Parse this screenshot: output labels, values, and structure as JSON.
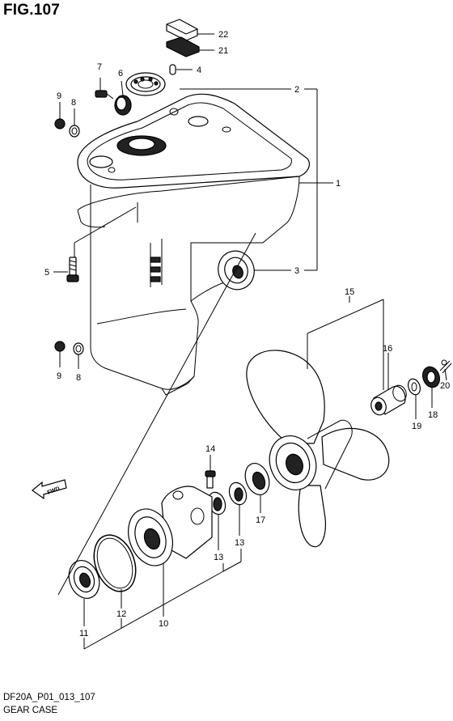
{
  "figure": {
    "title": "FIG.107",
    "code": "DF20A_P01_013_107",
    "name": "GEAR CASE",
    "direction_label": "FWD"
  },
  "callouts": {
    "p1": "1",
    "p2": "2",
    "p3": "3",
    "p4": "4",
    "p5": "5",
    "p6": "6",
    "p7": "7",
    "p8a": "8",
    "p8b": "8",
    "p9a": "9",
    "p9b": "9",
    "p10": "10",
    "p11": "11",
    "p12": "12",
    "p13a": "13",
    "p13b": "13",
    "p14": "14",
    "p15": "15",
    "p16": "16",
    "p17": "17",
    "p18": "18",
    "p19": "19",
    "p20": "20",
    "p21": "21",
    "p22": "22"
  }
}
